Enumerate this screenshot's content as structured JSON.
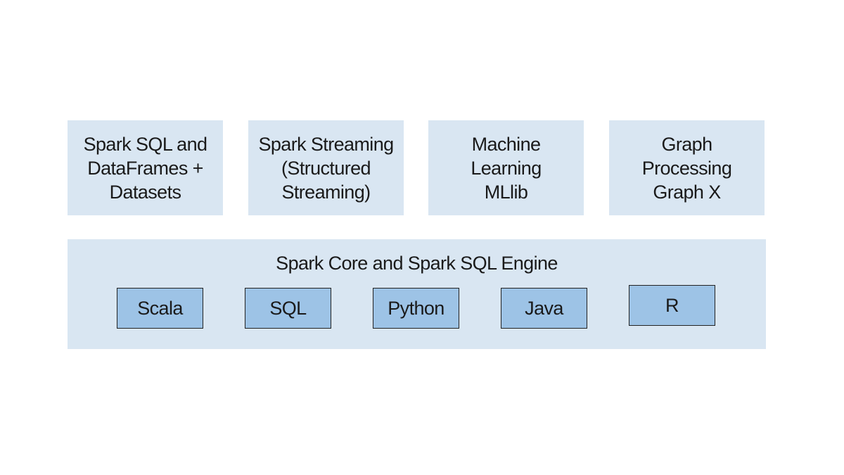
{
  "modules": [
    {
      "label": "Spark SQL and\nDataFrames +\nDatasets"
    },
    {
      "label": "Spark Streaming\n(Structured\nStreaming)"
    },
    {
      "label": "Machine Learning\nMLlib"
    },
    {
      "label": "Graph\nProcessing\nGraph X"
    }
  ],
  "engine": {
    "title": "Spark Core and Spark SQL Engine",
    "languages": [
      "Scala",
      "SQL",
      "Python",
      "Java",
      "R"
    ]
  },
  "colors": {
    "light_box": "#d9e6f2",
    "language_box": "#9dc3e6",
    "border": "#222222"
  }
}
